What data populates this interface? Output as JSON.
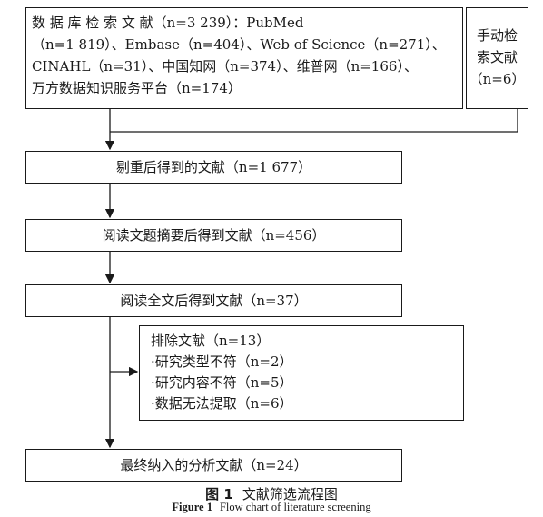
{
  "db_search": {
    "lines": [
      "数 据 库 检 索 文 献（n=3 239）：PubMed",
      "（n=1 819）、Embase（n=404）、Web of Science（n=271）、",
      "CINAHL（n=31）、中国知网（n=374）、维普网（n=166）、",
      "万方数据知识服务平台（n=174）"
    ]
  },
  "manual_search": {
    "lines": [
      "手动检",
      "索文献",
      "（n=6）"
    ]
  },
  "steps": {
    "dedup": "剔重后得到的文献（n=1 677）",
    "abstract": "阅读文题摘要后得到文献（n=456）",
    "fulltext": "阅读全文后得到文献（n=37）",
    "final": "最终纳入的分析文献（n=24）"
  },
  "exclusion": {
    "title": "排除文献（n=13）",
    "items": [
      "·研究类型不符（n=2）",
      "·研究内容不符（n=5）",
      "·数据无法提取（n=6）"
    ]
  },
  "caption": {
    "cn_label": "图 1",
    "cn_text": "文献筛选流程图",
    "en_label": "Figure 1",
    "en_text": "Flow chart of literature screening"
  }
}
